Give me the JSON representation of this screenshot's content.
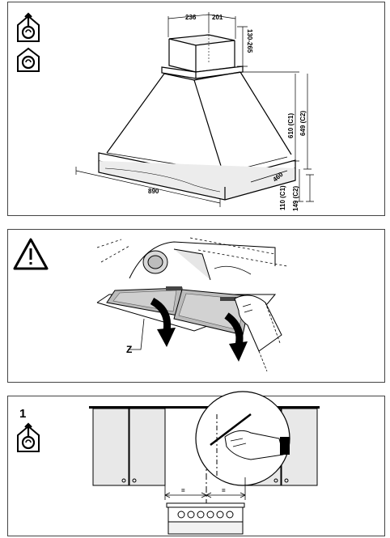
{
  "panel1": {
    "dimensions": {
      "d236": "236",
      "d201": "201",
      "d130_265": "130-265",
      "d649": "649 (C2)",
      "d610": "610 (C1)",
      "d460": "460",
      "d890": "890",
      "d149": "149 (C2)",
      "d110": "110 (C1)"
    },
    "icons": [
      "ducted-extraction-icon",
      "recirculation-icon"
    ]
  },
  "panel2": {
    "label_z": "Z",
    "icons": [
      "warning-icon"
    ]
  },
  "panel3": {
    "step_number": "1",
    "equal_left": "=",
    "equal_right": "=",
    "icons": [
      "ducted-extraction-icon"
    ]
  }
}
